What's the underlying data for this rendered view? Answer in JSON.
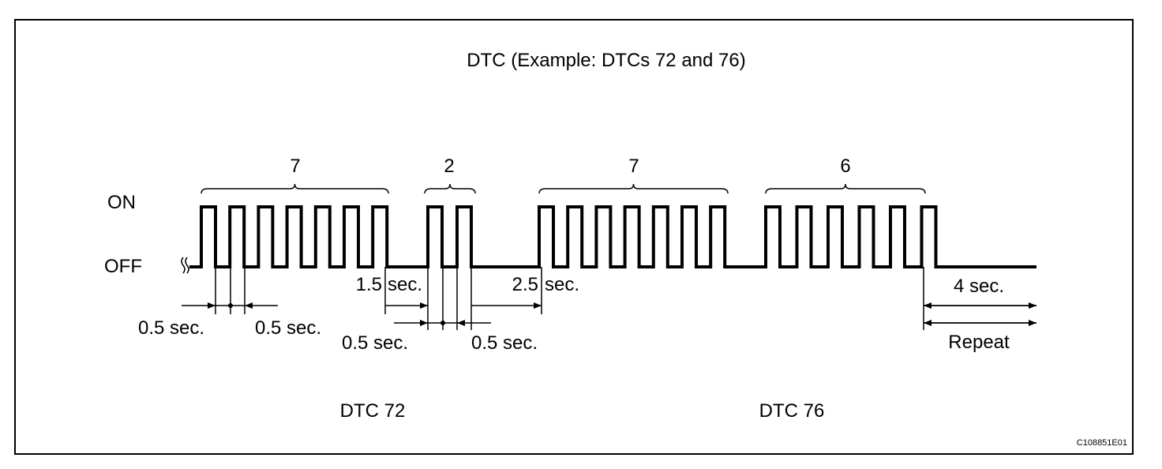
{
  "title": "DTC (Example: DTCs 72 and 76)",
  "levels": {
    "on": "ON",
    "off": "OFF"
  },
  "groups": [
    {
      "count": "7"
    },
    {
      "count": "2"
    },
    {
      "count": "7"
    },
    {
      "count": "6"
    }
  ],
  "timings": {
    "pulse_width_1": "0.5 sec.",
    "gap_width_1": "0.5 sec.",
    "pulse_width_2": "0.5 sec.",
    "gap_width_2": "0.5 sec.",
    "digit_gap": "1.5",
    "digit_gap_unit": "sec.",
    "code_gap": "2.5",
    "code_gap_unit": "sec.",
    "repeat_gap": "4 sec.",
    "repeat": "Repeat"
  },
  "codes": {
    "first": "DTC 72",
    "second": "DTC 76"
  },
  "figure_id": "C108851E01"
}
